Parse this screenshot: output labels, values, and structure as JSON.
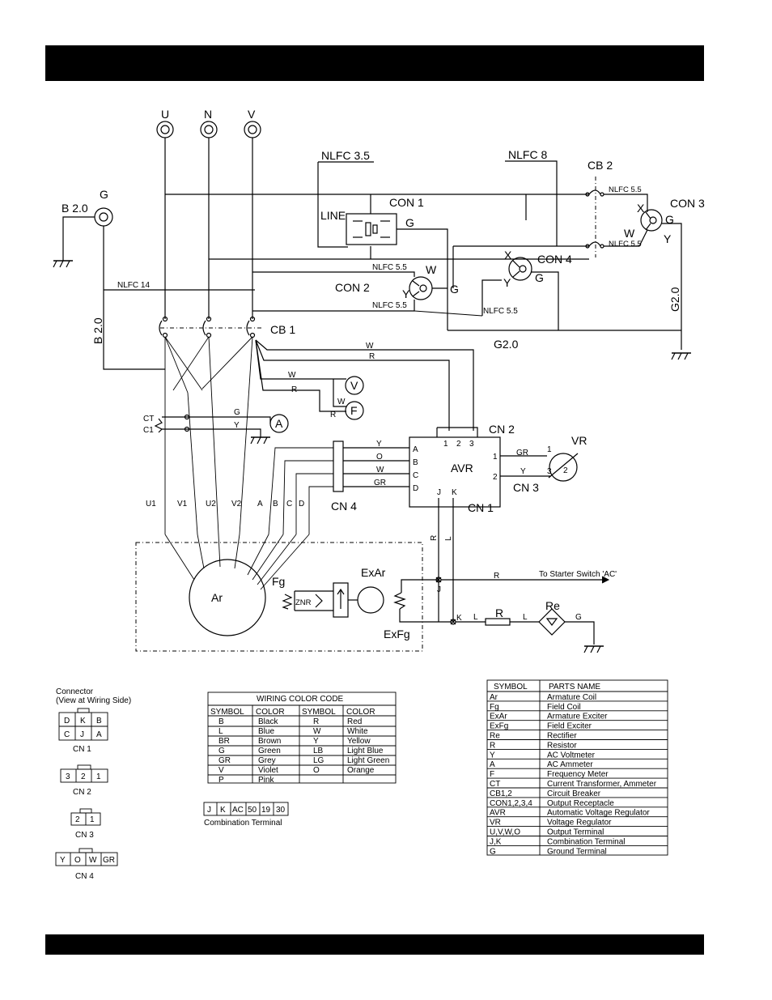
{
  "terminals": {
    "u": "U",
    "n": "N",
    "v": "V",
    "g": "G"
  },
  "wires": {
    "nlfc35": "NLFC 3.5",
    "nlfc8": "NLFC 8",
    "nlfc55": "NLFC 5.5",
    "nlfc14": "NLFC 14",
    "b20": "B 2.0",
    "g20": "G2.0",
    "w": "W",
    "r": "R",
    "g": "G",
    "y": "Y",
    "o": "O",
    "gr": "GR",
    "l": "L",
    "x": "X"
  },
  "components": {
    "cb1": "CB 1",
    "cb2": "CB 2",
    "con1": "CON 1",
    "con2": "CON 2",
    "con3": "CON 3",
    "con4": "CON 4",
    "line": "LINE",
    "cn1": "CN 1",
    "cn2": "CN 2",
    "cn3": "CN 3",
    "cn4": "CN 4",
    "avr": "AVR",
    "vr": "VR",
    "ct": "CT",
    "c1": "C1",
    "voltmeter": "V",
    "freq": "F",
    "ammeter": "A",
    "ar": "Ar",
    "fg": "Fg",
    "exar": "ExAr",
    "exfg": "ExFg",
    "znr": "ZNR",
    "re": "Re",
    "resistor": "R",
    "j": "J",
    "k": "K",
    "starter": "To Starter Switch 'AC'",
    "stator_leads": [
      "U1",
      "V1",
      "U2",
      "V2",
      "A",
      "B",
      "C",
      "D"
    ],
    "avr_inputs": [
      "A",
      "B",
      "C",
      "D"
    ],
    "cn2_pins": [
      "1",
      "2",
      "3"
    ],
    "vr_pins": [
      "1",
      "2",
      "3"
    ],
    "cn3_pins": [
      "1",
      "2"
    ]
  },
  "connector_legend": {
    "title": "Connector",
    "subtitle": "(View at Wiring Side)",
    "cn1_top": [
      "D",
      "K",
      "B"
    ],
    "cn1_bottom": [
      "C",
      "J",
      "A"
    ],
    "cn1_label": "CN 1",
    "cn2_cells": [
      "3",
      "2",
      "1"
    ],
    "cn2_label": "CN 2",
    "cn3_cells": [
      "2",
      "1"
    ],
    "cn3_label": "CN 3",
    "cn4_cells": [
      "Y",
      "O",
      "W",
      "GR"
    ],
    "cn4_label": "CN 4"
  },
  "color_code": {
    "title": "WIRING COLOR CODE",
    "headers": [
      "SYMBOL",
      "COLOR",
      "SYMBOL",
      "COLOR"
    ],
    "rows": [
      [
        "B",
        "Black",
        "R",
        "Red"
      ],
      [
        "L",
        "Blue",
        "W",
        "White"
      ],
      [
        "BR",
        "Brown",
        "Y",
        "Yellow"
      ],
      [
        "G",
        "Green",
        "LB",
        "Light Blue"
      ],
      [
        "GR",
        "Grey",
        "LG",
        "Light Green"
      ],
      [
        "V",
        "Violet",
        "O",
        "Orange"
      ],
      [
        "P",
        "Pink",
        "",
        ""
      ]
    ]
  },
  "combination_terminal": {
    "cells": [
      "J",
      "K",
      "AC",
      "50",
      "19",
      "30"
    ],
    "label": "Combination Terminal"
  },
  "parts": {
    "headers": [
      "SYMBOL",
      "PARTS NAME"
    ],
    "rows": [
      [
        "Ar",
        "Armature Coil"
      ],
      [
        "Fg",
        "Field Coil"
      ],
      [
        "ExAr",
        "Armature Exciter"
      ],
      [
        "ExFg",
        "Field Exciter"
      ],
      [
        "Re",
        "Rectifier"
      ],
      [
        "R",
        "Resistor"
      ],
      [
        "Y",
        "AC Voltmeter"
      ],
      [
        "A",
        "AC Ammeter"
      ],
      [
        "F",
        "Frequency Meter"
      ],
      [
        "CT",
        "Current Transformer, Ammeter"
      ],
      [
        "CB1,2",
        "Circuit Breaker"
      ],
      [
        "CON1,2,3,4",
        "Output Receptacle"
      ],
      [
        "AVR",
        "Automatic Voltage Regulator"
      ],
      [
        "VR",
        "Voltage Regulator"
      ],
      [
        "U,V,W,O",
        "Output Terminal"
      ],
      [
        "J,K",
        "Combination Terminal"
      ],
      [
        "G",
        "Ground Terminal"
      ]
    ]
  }
}
